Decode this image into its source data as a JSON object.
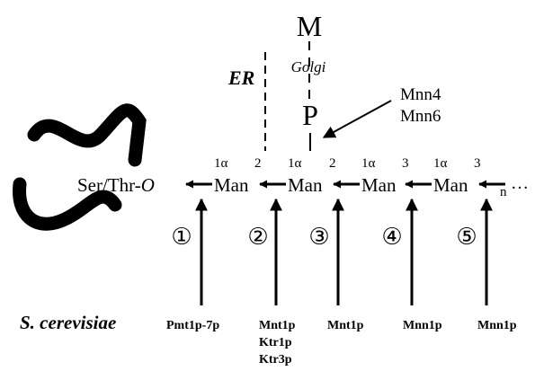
{
  "diagram": {
    "compartments": {
      "er": "ER",
      "golgi": "Golgi"
    },
    "golgi_sugar": {
      "mannose": "M",
      "phosphate": "P"
    },
    "phosphate_enzymes": [
      "Mnn4",
      "Mnn6"
    ],
    "acceptor": {
      "prefix": "Ser/Thr-",
      "suffix": "O"
    },
    "chain": [
      {
        "sugar": "Man",
        "anomer": "1α",
        "linkage": "2"
      },
      {
        "sugar": "Man",
        "anomer": "1α",
        "linkage": "2"
      },
      {
        "sugar": "Man",
        "anomer": "1α",
        "linkage": "3"
      },
      {
        "sugar": "Man",
        "anomer": "1α",
        "linkage": "3"
      }
    ],
    "repeat": {
      "subscript": "n",
      "ellipsis": "…"
    },
    "steps": [
      "①",
      "②",
      "③",
      "④",
      "⑤"
    ],
    "organism": "S. cerevisiae",
    "enzymes": [
      [
        "Pmt1p-7p"
      ],
      [
        "Mnt1p",
        "Ktr1p",
        "Ktr3p"
      ],
      [
        "Mnt1p"
      ],
      [
        "Mnn1p"
      ],
      [
        "Mnn1p"
      ]
    ]
  },
  "colors": {
    "ink": "#000000",
    "background": "#ffffff"
  }
}
